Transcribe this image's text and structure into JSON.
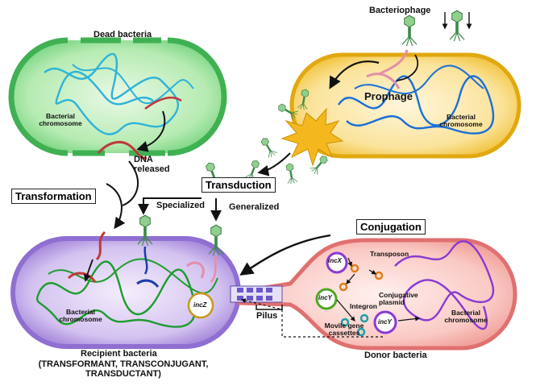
{
  "labels": {
    "dead_bacteria": "Dead bacteria",
    "bacteriophage": "Bacteriophage",
    "prophage": "Prophage",
    "bacterial_chromosome": "Bacterial chromosome",
    "dna_released": "DNA released",
    "transformation": "Transformation",
    "transduction": "Transduction",
    "specialized": "Specialized",
    "generalized": "Generalized",
    "conjugation": "Conjugation",
    "transposon": "Transposon",
    "integron": "Integron",
    "conjugative_plasmid": "Conjugative plasmid",
    "movile_gene_cassettes": "Movile gene cassettes",
    "pilus": "Pilus",
    "incX": "incX",
    "incY": "incY",
    "incZ": "incZ",
    "recipient_bacteria": "Recipient bacteria",
    "recipient_types": "(TRANSFORMANT, TRANSCONJUGANT, TRANSDUCTANT)",
    "donor_bacteria": "Donor bacteria"
  },
  "colors": {
    "dead_cell": "#5cc96a",
    "phage_cell": "#f1c232",
    "recipient_cell": "#a283d6",
    "donor_cell": "#f19b9b",
    "dna_blue": "#1b6fd6",
    "dna_cyan": "#2fb3d8",
    "dna_green": "#1e9c2e",
    "dna_red": "#c0393b",
    "dna_purple": "#8a3ad1",
    "phage_green": "#3a8a45"
  }
}
